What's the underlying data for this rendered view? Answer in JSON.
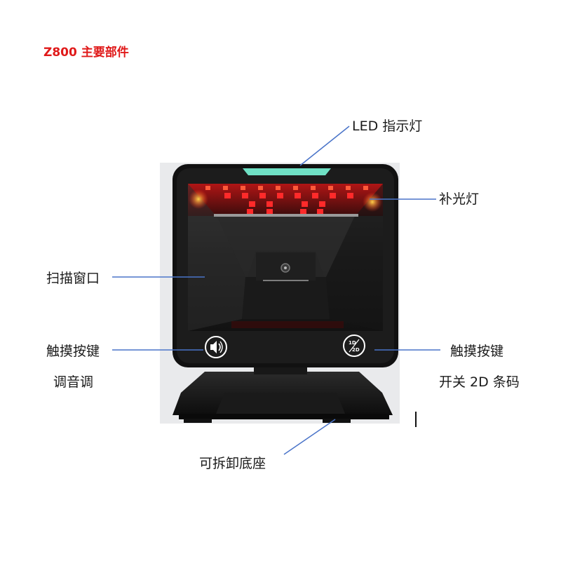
{
  "title": "Z800 主要部件",
  "labels": {
    "led": "LED 指示灯",
    "fill_light": "补光灯",
    "scan_window": "扫描窗口",
    "touch_left": "触摸按键",
    "touch_left_sub": "调音调",
    "touch_right": "触摸按键",
    "touch_right_sub": "开关 2D 条码",
    "base": "可拆卸底座"
  },
  "buttons": {
    "right_icon_text": "1D/2D"
  },
  "colors": {
    "title": "#e01a1a",
    "leader_line": "#4a74c9",
    "led_strip": "#6fe0c4",
    "fill_led": "#ff2a2a"
  },
  "icons": {
    "left_button": "speaker-icon",
    "right_button": "barcode-mode-icon"
  }
}
